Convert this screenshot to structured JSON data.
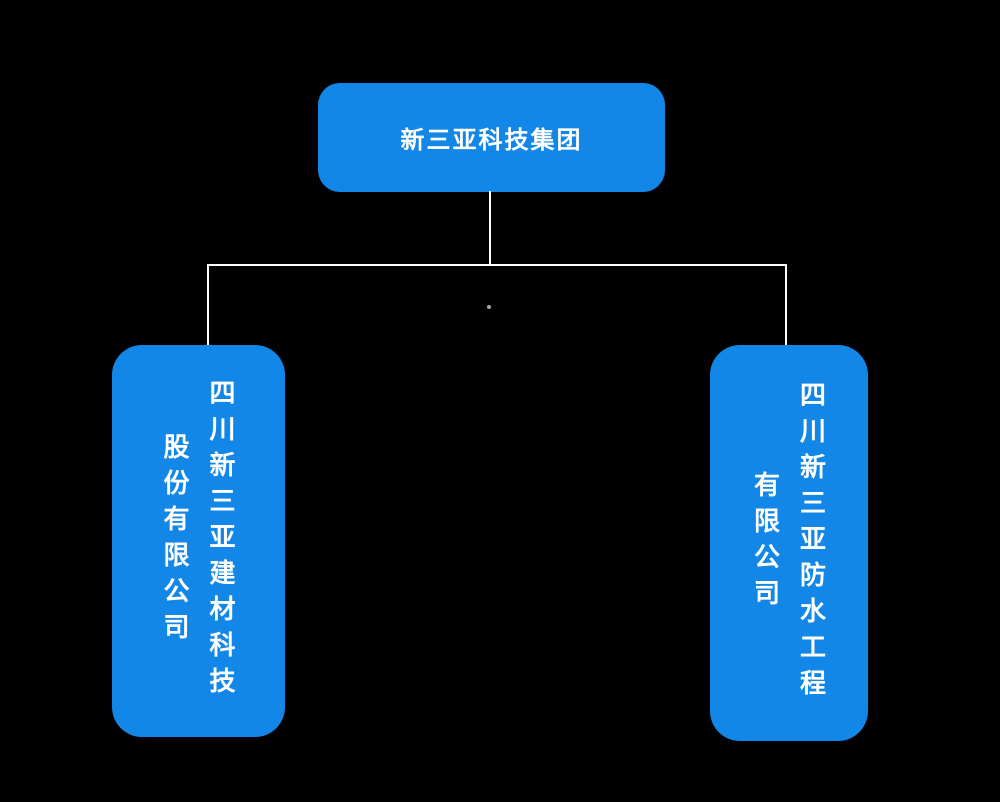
{
  "colors": {
    "background": "#000000",
    "node_fill": "#1287e8",
    "node_text": "#ffffff",
    "connector": "#ffffff"
  },
  "chart_data": {
    "type": "org-chart",
    "root": {
      "label": "新三亚科技集团"
    },
    "children": [
      {
        "name": "四川新三亚建材科技股份有限公司",
        "lines": [
          "四川新三亚建材科技",
          "股份有限公司"
        ]
      },
      {
        "name": "四川新三亚防水工程有限公司",
        "lines": [
          "四川新三亚防水工程",
          "有限公司"
        ]
      }
    ]
  }
}
